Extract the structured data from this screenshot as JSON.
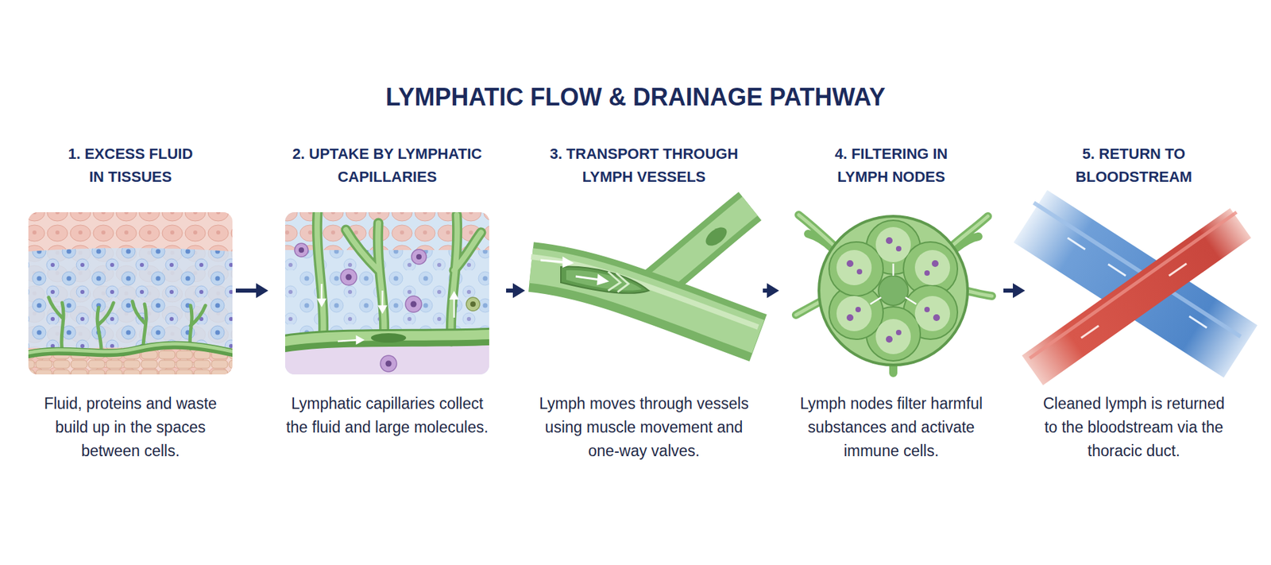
{
  "diagram": {
    "title": "LYMPHATIC FLOW & DRAINAGE PATHWAY",
    "nodes": [
      {
        "text": [
          "1. EXCESS FLUID IN TISSUES",
          "Fluid, proteins and waste build up in the spaces between cells."
        ]
      },
      {
        "text": [
          "2. UPTAKE BY LYMPHATIC CAPILLARIES",
          "Lymphatic capillaries collect the fluid and large molecules."
        ]
      },
      {
        "text": [
          "3. TRANSPORT THROUGH LYMPH VESSELS",
          "Lymph moves through vessels using muscle movement and one-way valves."
        ]
      },
      {
        "text": [
          "4. FILTERING IN LYMPH NODES",
          "Lymph nodes filter harmful substances and activate immune cells."
        ]
      },
      {
        "text": [
          "5. RETURN TO BLOODSTREAM",
          "Cleaned lymph is returned to the bloodstream via the thoracic duct."
        ]
      }
    ],
    "edges": [
      {
        "from": 0,
        "to": 1,
        "arrow": "to"
      },
      {
        "from": 1,
        "to": 2,
        "arrow": "to"
      },
      {
        "from": 2,
        "to": 3,
        "arrow": "to"
      },
      {
        "from": 3,
        "to": 4,
        "arrow": "to"
      }
    ]
  }
}
